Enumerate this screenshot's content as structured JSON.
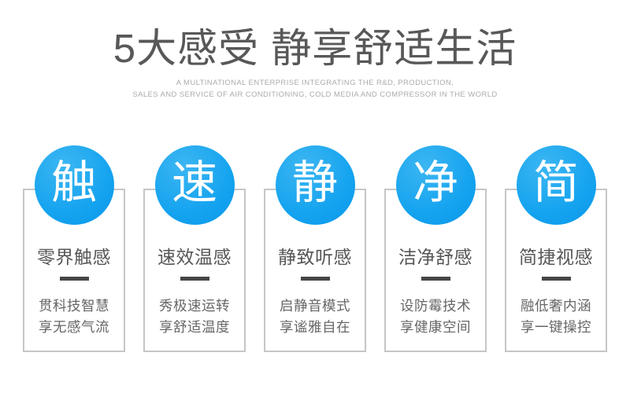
{
  "colors": {
    "page_bg": "#ffffff",
    "accent_blue": "#14a3ef",
    "accent_blue_light": "#3cb6f2",
    "accent_blue_deep": "#0b97ea",
    "title_text": "#585858",
    "subtitle_text": "#ababab",
    "heading_text": "#575757",
    "body_text": "#666666",
    "underline_dark": "#464646",
    "card_border": "#c6c6c6"
  },
  "header": {
    "title": "5大感受 静享舒适生活",
    "subtitle_line1": "A MULTINATIONAL ENTERPRISE INTEGRATING THE R&D, PRODUCTION,",
    "subtitle_line2": "SALES AND SERVICE OF AIR CONDITIONING, COLD MEDIA AND COMPRESSOR IN THE WORLD"
  },
  "cards": [
    {
      "badge": "触",
      "heading": "零界触感",
      "line1": "贯科技智慧",
      "line2": "享无感气流"
    },
    {
      "badge": "速",
      "heading": "速效温感",
      "line1": "秀极速运转",
      "line2": "享舒适温度"
    },
    {
      "badge": "静",
      "heading": "静致听感",
      "line1": "启静音模式",
      "line2": "享谧雅自在"
    },
    {
      "badge": "净",
      "heading": "洁净舒感",
      "line1": "设防霉技术",
      "line2": "享健康空间"
    },
    {
      "badge": "简",
      "heading": "简捷视感",
      "line1": "融低奢内涵",
      "line2": "享一键操控"
    }
  ]
}
